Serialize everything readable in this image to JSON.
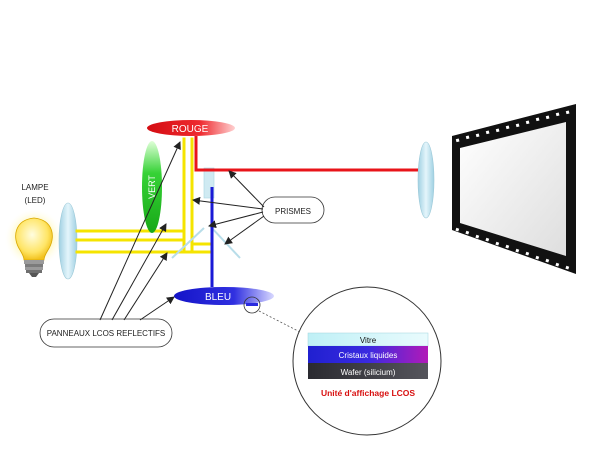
{
  "labels": {
    "lamp": "LAMPE",
    "lamp_sub": "(LED)",
    "rouge": "ROUGE",
    "vert": "VERT",
    "bleu": "BLEU",
    "prismes": "PRISMES",
    "panneaux": "PANNEAUX LCOS REFLECTIFS"
  },
  "lcos": {
    "layer_vitre": "Vitre",
    "layer_cristaux": "Cristaux liquides",
    "layer_wafer": "Wafer (silicium)",
    "caption": "Unité d'affichage LCOS"
  },
  "colors": {
    "red": "#e8141a",
    "green": "#22cc22",
    "blue": "#1a1ad6",
    "yellow": "#f5e400",
    "lens": "#bfe3ef",
    "caption_red": "#d81010"
  }
}
